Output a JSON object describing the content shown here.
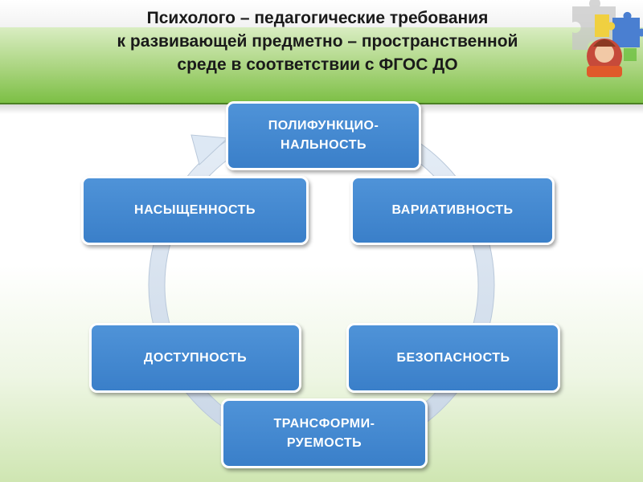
{
  "title": {
    "line1": "Психолого – педагогические требования",
    "line2": "к развивающей предметно – пространственной",
    "line3": "среде в соответствии с ФГОС ДО"
  },
  "cycle": {
    "nodes": [
      {
        "label": "ПОЛИФУНКЦИО-\nНАЛЬНОСТЬ"
      },
      {
        "label": "ВАРИАТИВНОСТЬ"
      },
      {
        "label": "БЕЗОПАСНОСТЬ"
      },
      {
        "label": "ТРАНСФОРМИ-\nРУЕМОСТЬ"
      },
      {
        "label": "ДОСТУПНОСТЬ"
      },
      {
        "label": "НАСЫЩЕННОСТЬ"
      }
    ]
  },
  "colors": {
    "node_fill": "#3f86cf",
    "band": "#8cc65a",
    "arrow": "#dde8f4"
  }
}
